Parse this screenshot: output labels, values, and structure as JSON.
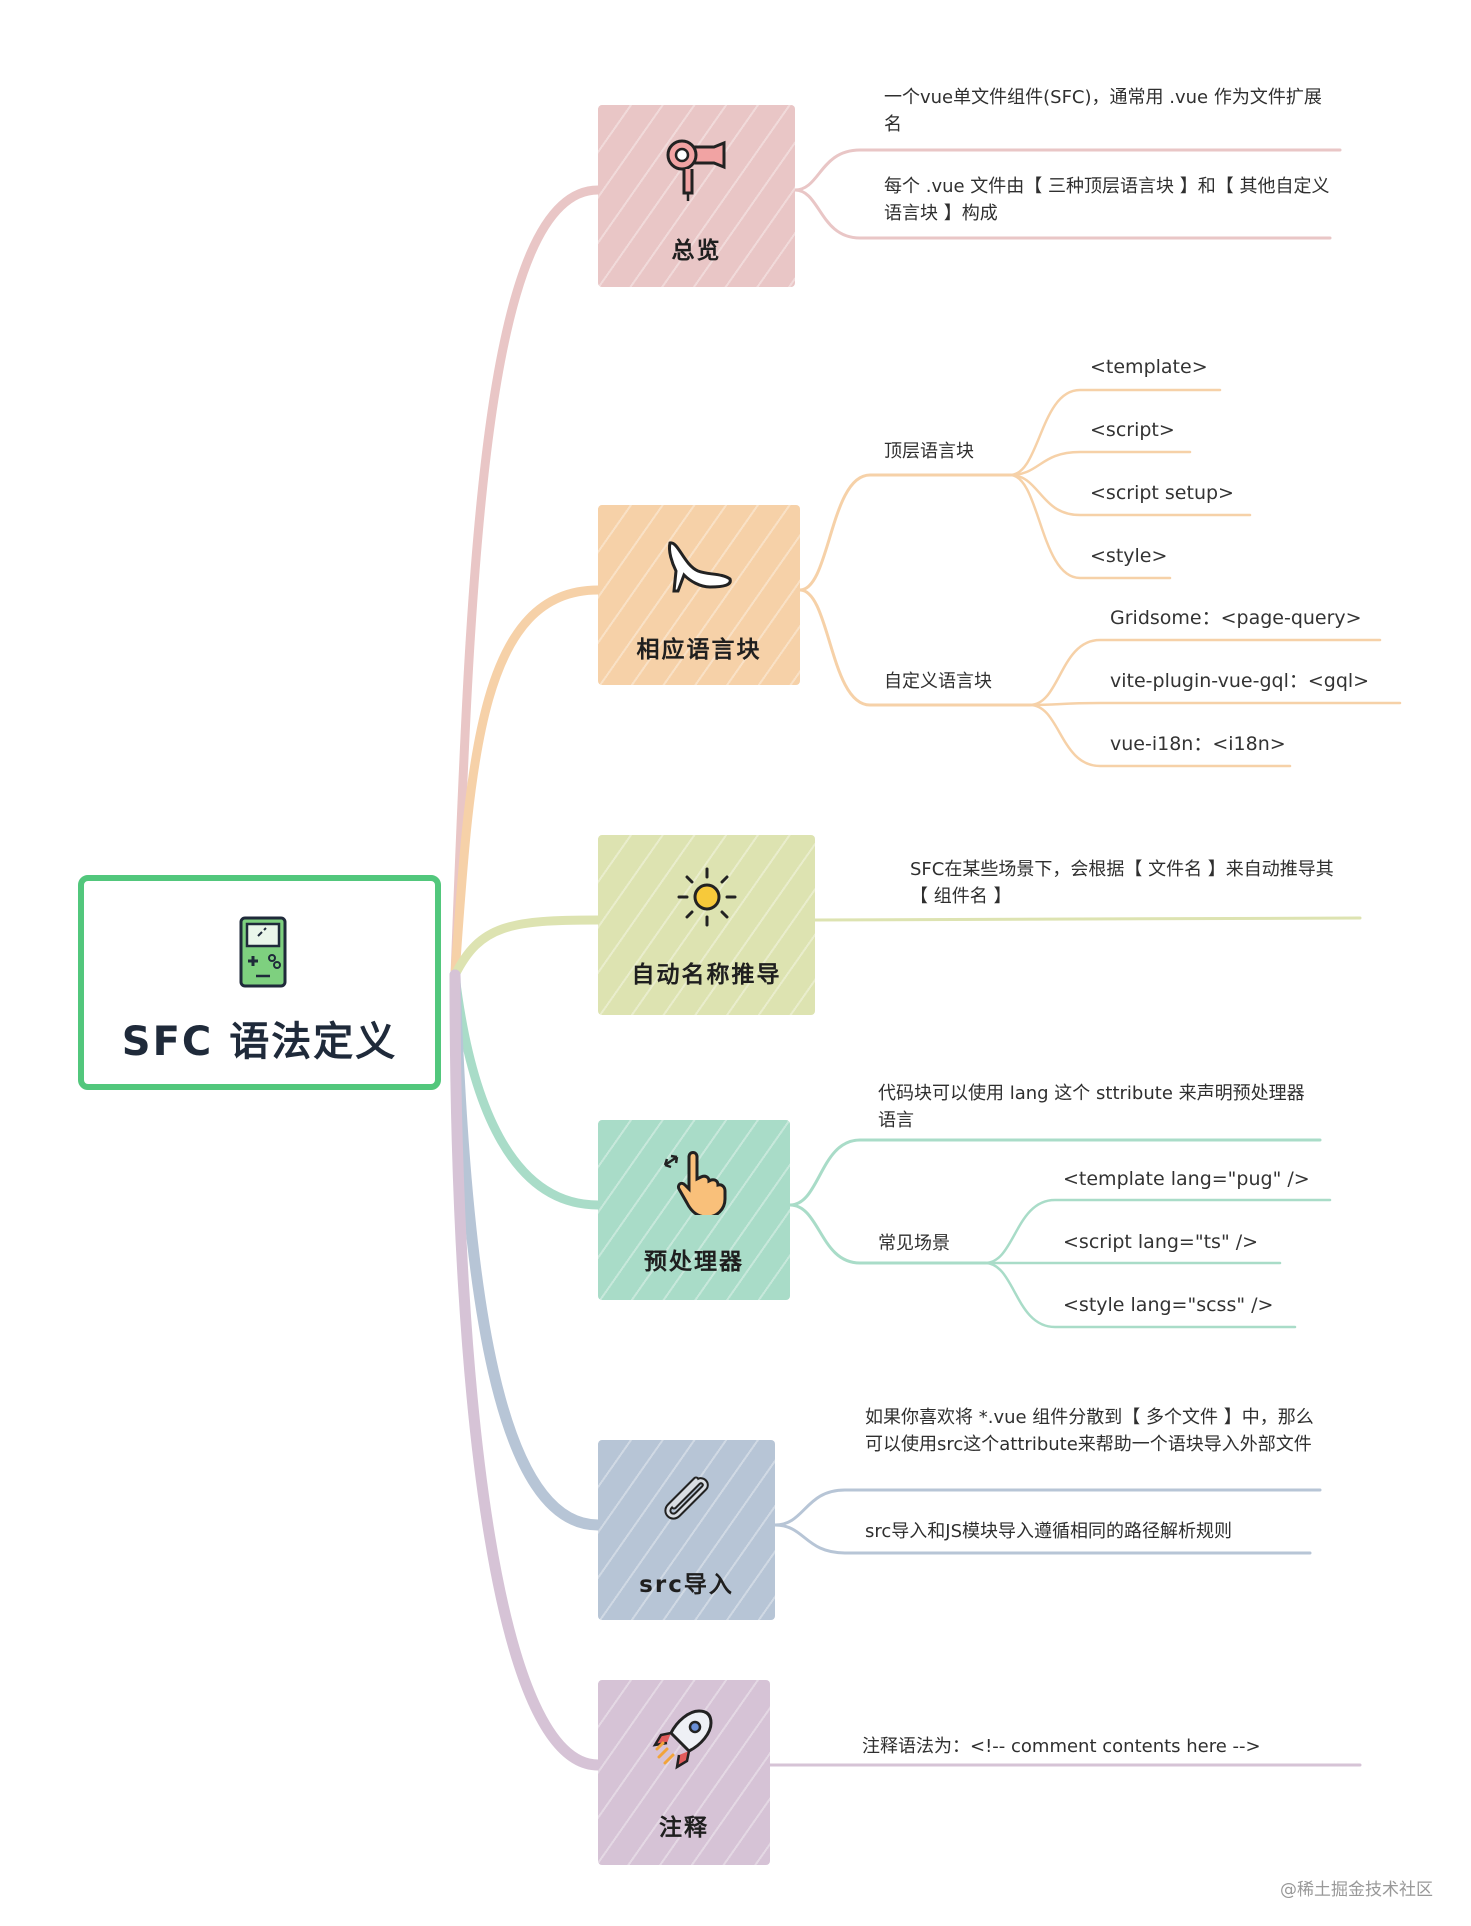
{
  "root": {
    "title": "SFC 语法定义",
    "icon": "game-console-icon",
    "color": "#52c77c"
  },
  "branches": [
    {
      "label": "总览",
      "icon": "hair-dryer-icon",
      "color": "#e9c6c6",
      "items": [
        "一个vue单文件组件(SFC)，通常用 .vue 作为文件扩展名",
        "每个 .vue 文件由【 三种顶层语言块 】和【 其他自定义语言块 】构成"
      ]
    },
    {
      "label": "相应语言块",
      "icon": "high-heel-icon",
      "color": "#f6d1a8",
      "groups": [
        {
          "label": "顶层语言块",
          "items": [
            "<template>",
            "<script>",
            "<script setup>",
            "<style>"
          ]
        },
        {
          "label": "自定义语言块",
          "items": [
            "Gridsome：<page-query>",
            "vite-plugin-vue-gql：<gql>",
            "vue-i18n：<i18n>"
          ]
        }
      ]
    },
    {
      "label": "自动名称推导",
      "icon": "sun-icon",
      "color": "#dde3b1",
      "items": [
        "SFC在某些场景下，会根据【 文件名 】来自动推导其【 组件名 】"
      ]
    },
    {
      "label": "预处理器",
      "icon": "pointing-hand-icon",
      "color": "#a9dcc8",
      "items": [
        "代码块可以使用 lang 这个 sttribute 来声明预处理器语言"
      ],
      "groups": [
        {
          "label": "常见场景",
          "items": [
            "<template lang=\"pug\" />",
            "<script lang=\"ts\" />",
            "<style lang=\"scss\" />"
          ]
        }
      ]
    },
    {
      "label": "src导入",
      "icon": "paperclip-icon",
      "color": "#b7c5d6",
      "items": [
        "如果你喜欢将 *.vue 组件分散到【 多个文件 】中，那么可以使用src这个attribute来帮助一个语块导入外部文件",
        "src导入和JS模块导入遵循相同的路径解析规则"
      ]
    },
    {
      "label": "注释",
      "icon": "rocket-icon",
      "color": "#d6c3d6",
      "items": [
        "注释语法为：<!-- comment contents here -->"
      ]
    }
  ],
  "watermark": "@稀土掘金技术社区"
}
